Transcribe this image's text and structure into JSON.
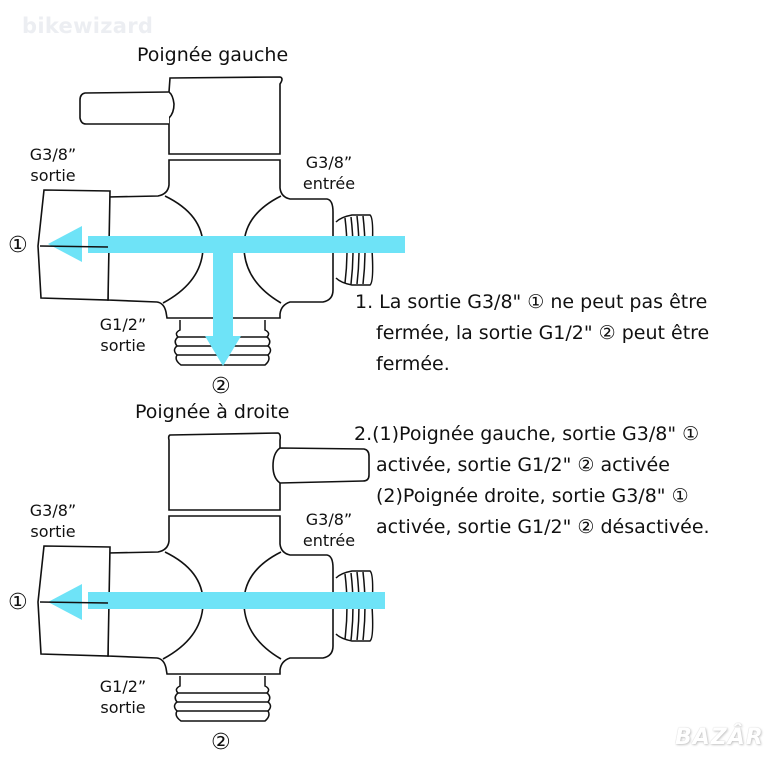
{
  "watermark": "bikewizard",
  "corner_logo": "BAZÂR",
  "colors": {
    "flow": "#6ee3f7",
    "outline": "#111111",
    "background": "#ffffff"
  },
  "diagram_top": {
    "title": "Poignée gauche",
    "handle_side": "left",
    "label_outlet_left_size": "G3/8”",
    "label_outlet_left_role": "sortie",
    "label_inlet_size": "G3/8”",
    "label_inlet_role": "entrée",
    "label_outlet_bottom_size": "G1/2”",
    "label_outlet_bottom_role": "sortie",
    "marker_left": "①",
    "marker_bottom": "②",
    "flow_to_bottom": true
  },
  "diagram_bottom": {
    "title": "Poignée à droite",
    "handle_side": "right",
    "label_outlet_left_size": "G3/8”",
    "label_outlet_left_role": "sortie",
    "label_inlet_size": "G3/8”",
    "label_inlet_role": "entrée",
    "label_outlet_bottom_size": "G1/2”",
    "label_outlet_bottom_role": "sortie",
    "marker_left": "①",
    "marker_bottom": "②",
    "flow_to_bottom": false
  },
  "notes": {
    "note1": [
      "1. La sortie G3/8\" ① ne peut pas être",
      "fermée, la sortie G1/2\" ② peut être",
      "fermée."
    ],
    "note2": [
      "2.(1)Poignée gauche, sortie G3/8\" ①",
      "activée, sortie G1/2\" ② activée",
      "(2)Poignée droite, sortie G3/8\" ①",
      "activée, sortie G1/2\" ② désactivée."
    ]
  }
}
